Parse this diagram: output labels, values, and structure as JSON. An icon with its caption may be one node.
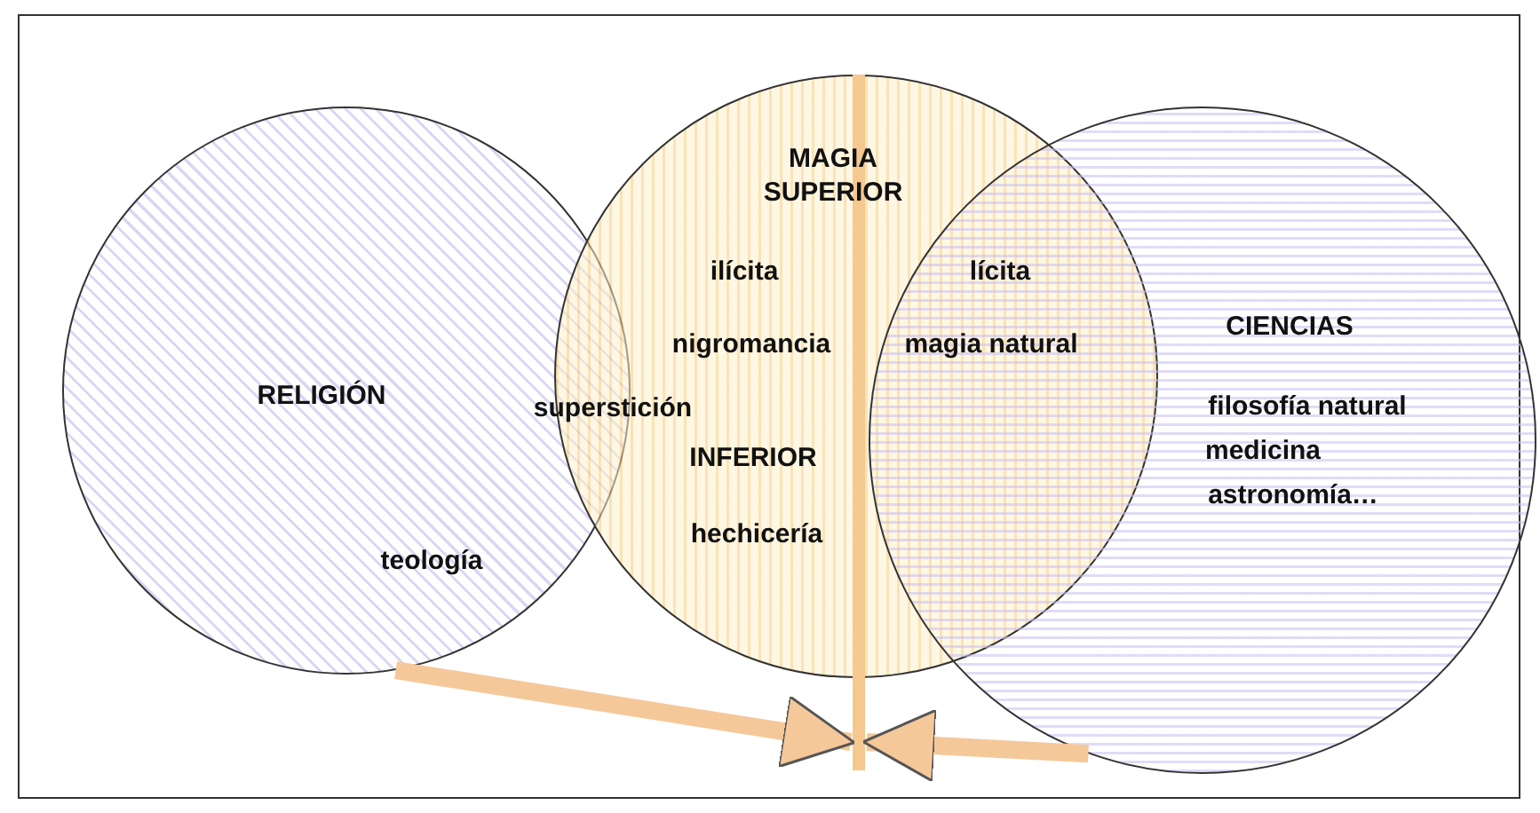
{
  "diagram": {
    "nodes": [
      {
        "text": [
          "RELIGIÓN",
          "teología"
        ]
      },
      {
        "text": [
          "MAGIA SUPERIOR",
          "ilícita",
          "nigromancia",
          "INFERIOR",
          "hechicería",
          "lícita",
          "magia natural"
        ]
      },
      {
        "text": [
          "CIENCIAS",
          "filosofía natural",
          "medicina",
          "astronomía…"
        ]
      },
      {
        "text": [],
        "shape": "bar"
      }
    ],
    "edges": [
      {
        "from": 0,
        "to": 3,
        "arrow": "to"
      },
      {
        "from": 2,
        "to": 3,
        "arrow": "to"
      }
    ],
    "labels": [
      "superstición"
    ]
  }
}
